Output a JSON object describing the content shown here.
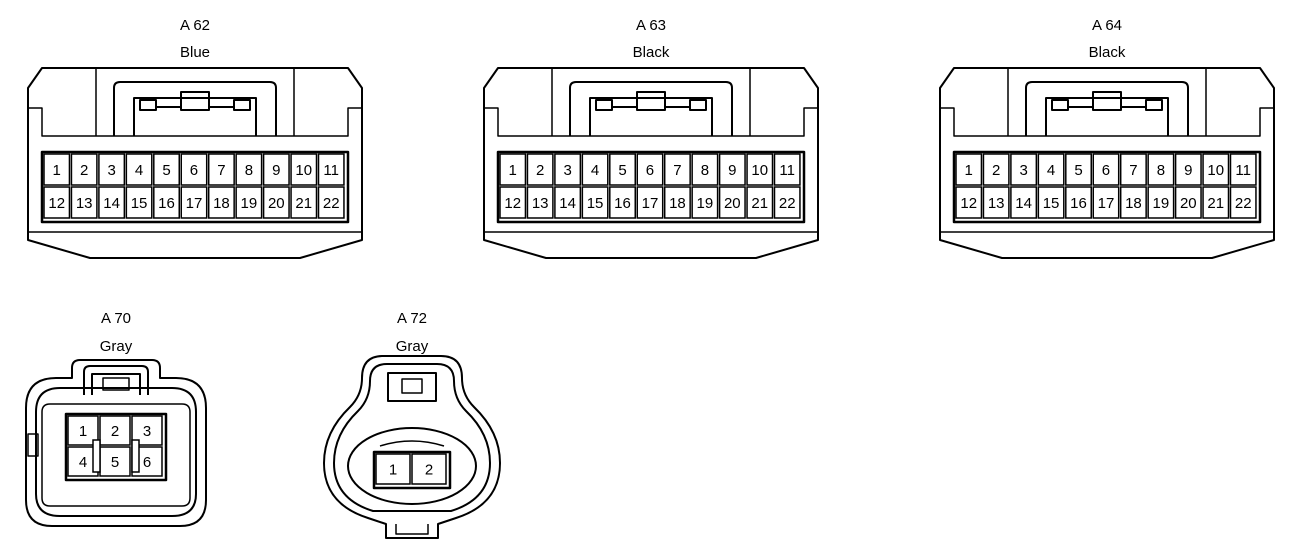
{
  "connectors": [
    {
      "id": "A 62",
      "color": "Blue",
      "pins_top": [
        "1",
        "2",
        "3",
        "4",
        "5",
        "6",
        "7",
        "8",
        "9",
        "10",
        "11"
      ],
      "pins_bottom": [
        "12",
        "13",
        "14",
        "15",
        "16",
        "17",
        "18",
        "19",
        "20",
        "21",
        "22"
      ]
    },
    {
      "id": "A 63",
      "color": "Black",
      "pins_top": [
        "1",
        "2",
        "3",
        "4",
        "5",
        "6",
        "7",
        "8",
        "9",
        "10",
        "11"
      ],
      "pins_bottom": [
        "12",
        "13",
        "14",
        "15",
        "16",
        "17",
        "18",
        "19",
        "20",
        "21",
        "22"
      ]
    },
    {
      "id": "A 64",
      "color": "Black",
      "pins_top": [
        "1",
        "2",
        "3",
        "4",
        "5",
        "6",
        "7",
        "8",
        "9",
        "10",
        "11"
      ],
      "pins_bottom": [
        "12",
        "13",
        "14",
        "15",
        "16",
        "17",
        "18",
        "19",
        "20",
        "21",
        "22"
      ]
    },
    {
      "id": "A 70",
      "color": "Gray",
      "pins_top": [
        "1",
        "2",
        "3"
      ],
      "pins_bottom": [
        "4",
        "5",
        "6"
      ]
    },
    {
      "id": "A 72",
      "color": "Gray",
      "pins_top": [
        "1",
        "2"
      ],
      "pins_bottom": []
    }
  ]
}
